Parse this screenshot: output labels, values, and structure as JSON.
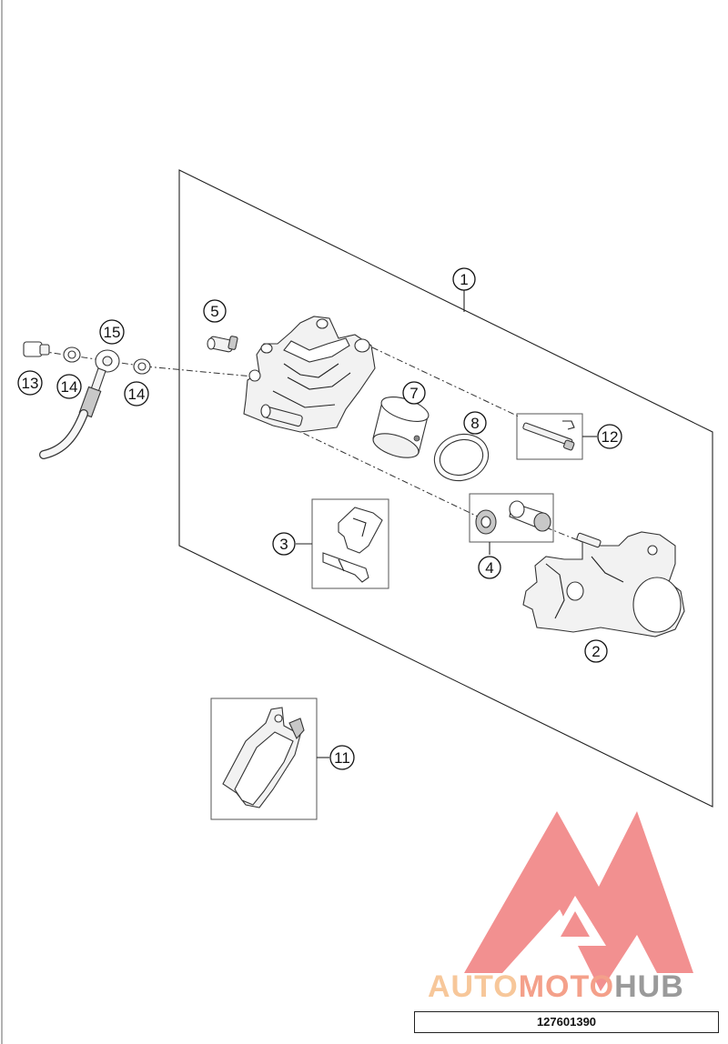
{
  "diagram": {
    "callouts": [
      {
        "id": "c1",
        "label": "1"
      },
      {
        "id": "c2",
        "label": "2"
      },
      {
        "id": "c3",
        "label": "3"
      },
      {
        "id": "c4",
        "label": "4"
      },
      {
        "id": "c5",
        "label": "5"
      },
      {
        "id": "c7",
        "label": "7"
      },
      {
        "id": "c8",
        "label": "8"
      },
      {
        "id": "c11",
        "label": "11"
      },
      {
        "id": "c12",
        "label": "12"
      },
      {
        "id": "c13",
        "label": "13"
      },
      {
        "id": "c14a",
        "label": "14"
      },
      {
        "id": "c14b",
        "label": "14"
      },
      {
        "id": "c15",
        "label": "15"
      }
    ]
  },
  "watermark": {
    "word_1": "AUTO",
    "word_2": "MOTO",
    "word_3": "HUB",
    "color_1": "#f7c79a",
    "color_2": "#f4a08a",
    "color_3": "#9a9a9a",
    "logo_color": "#f28b8b"
  },
  "footer": {
    "part_number": "127601390"
  }
}
